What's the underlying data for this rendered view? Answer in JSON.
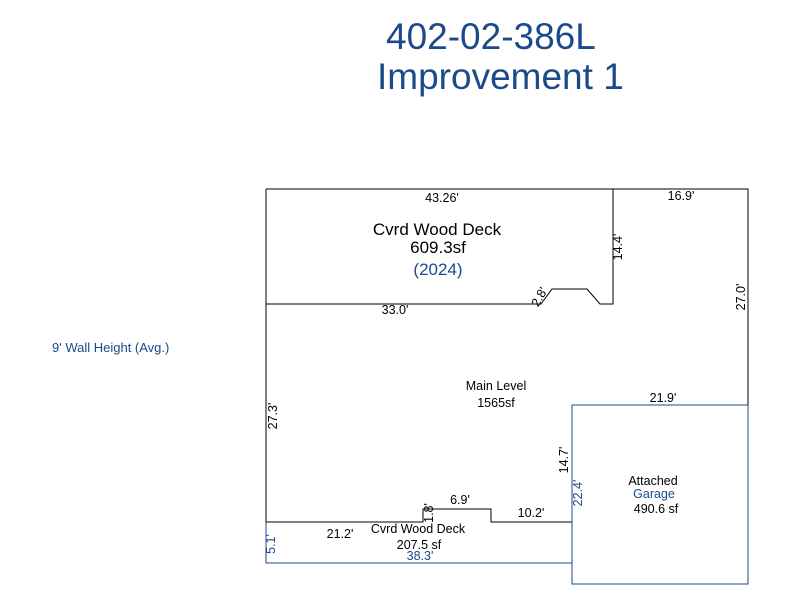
{
  "header": {
    "parcel_id": "402-02-386L",
    "improvement": "Improvement 1"
  },
  "wall_height_note": "9' Wall Height (Avg.)",
  "areas": {
    "deck_top": {
      "name": "Cvrd Wood Deck",
      "area": "609.3sf",
      "year": "(2024)"
    },
    "main": {
      "name": "Main Level",
      "area": "1565sf"
    },
    "garage": {
      "name": "Attached",
      "subname": "Garage",
      "area": "490.6 sf"
    },
    "deck_bottom": {
      "name": "Cvrd Wood Deck",
      "area": "207.5 sf"
    }
  },
  "dimensions": {
    "d_43_26": "43.26'",
    "d_16_9": "16.9'",
    "d_14_4": "14.4'",
    "d_27_0": "27.0'",
    "d_33_0": "33.0'",
    "d_2_8": "2.8'",
    "d_27_3": "27.3'",
    "d_21_9": "21.9'",
    "d_14_7": "14.7'",
    "d_22_4": "22.4'",
    "d_6_9": "6.9'",
    "d_1_8": "1.8'",
    "d_10_2": "10.2'",
    "d_21_2": "21.2'",
    "d_5_1": "5.1'",
    "d_38_3": "38.3'"
  },
  "colors": {
    "main_outline": "#000000",
    "accent_outline": "#1b4a8a"
  }
}
